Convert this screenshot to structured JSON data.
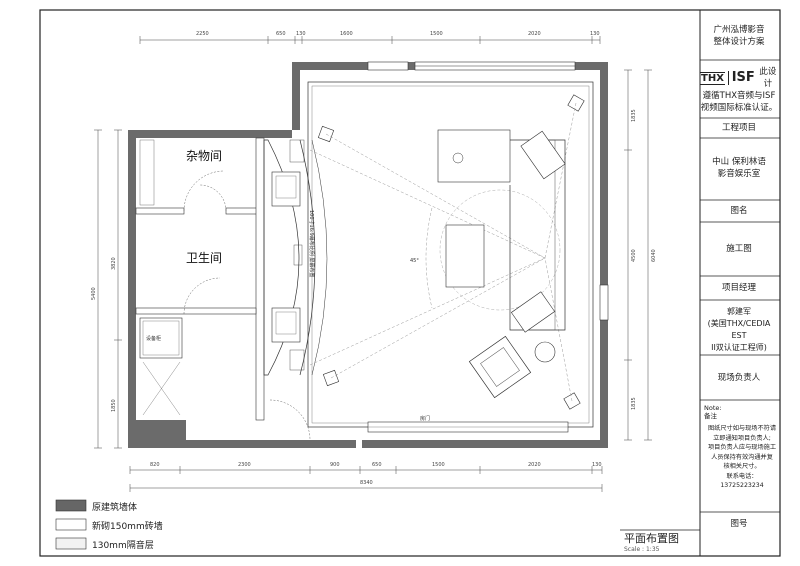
{
  "title_block": {
    "company": [
      "广州泓博影音",
      "整体设计方案"
    ],
    "thx_logo": "THX",
    "isf_logo": "ISF",
    "design_note": [
      "此设计",
      "遵循THX音频与ISF",
      "视频国际标准认证。"
    ],
    "project_label": "工程项目",
    "project_name": [
      "中山 保利林语",
      "影音娱乐室"
    ],
    "drawing_name_label": "图名",
    "drawing_name": "施工图",
    "manager_label": "项目经理",
    "manager_name": [
      "郭建军",
      "(美国THX/CEDIA EST",
      "II双认证工程师)"
    ],
    "site_label": "现场负责人",
    "note_label": [
      "Note:",
      "备注"
    ],
    "note_text": [
      "图纸尺寸如与现场不符请",
      "立即通知项目负责人;",
      "项目负责人应与现场施工",
      "人员保持有效沟通并复",
      "核相关尺寸。",
      "联系电话： 13725223234"
    ],
    "drawing_no_label": "图号"
  },
  "plan": {
    "title": "平面布置图",
    "scale": "Scale : 1:35",
    "rooms": {
      "storage": "杂物间",
      "bathroom": "卫生间",
      "equipment": "设备柜",
      "door_label": "房门",
      "screen_wall_text": "100寸16:9幕布比例 屏幕布置",
      "angle_label": "45°"
    },
    "dims_top": [
      "2250",
      "650",
      "130",
      "1600",
      "1500",
      "2020",
      "130"
    ],
    "dims_bottom": [
      "820",
      "2300",
      "900",
      "650",
      "1500",
      "2020",
      "130"
    ],
    "dim_total_bottom": "8340",
    "dims_left": [
      "5400",
      "3820",
      "1850"
    ],
    "dims_right": [
      "1835",
      "4500",
      "6040",
      "1835"
    ]
  },
  "legend": [
    {
      "label": "原建筑墙体",
      "fill": "#666666"
    },
    {
      "label": "新砌150mm砖墙",
      "fill": "#ffffff"
    },
    {
      "label": "130mm隔音层",
      "fill": "#f2f2f2"
    }
  ],
  "colors": {
    "wall": "#6b6b6b",
    "line": "#333333"
  }
}
